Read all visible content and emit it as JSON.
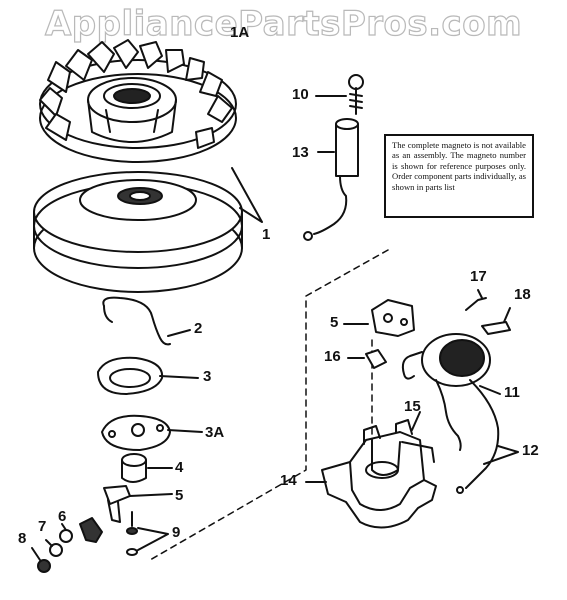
{
  "watermark": "AppliancePartsPros.com",
  "note": "The complete magneto is not available as an assembly. The magneto number is shown for reference purposes only. Order component parts individually, as shown in parts list",
  "callouts": {
    "c1": "1",
    "c1a": "1A",
    "c2": "2",
    "c3": "3",
    "c3a": "3A",
    "c4": "4",
    "c5a": "5",
    "c5b": "5",
    "c6": "6",
    "c7": "7",
    "c8": "8",
    "c9": "9",
    "c10": "10",
    "c11": "11",
    "c12": "12",
    "c13": "13",
    "c14": "14",
    "c15": "15",
    "c16": "16",
    "c17": "17",
    "c18": "18"
  }
}
